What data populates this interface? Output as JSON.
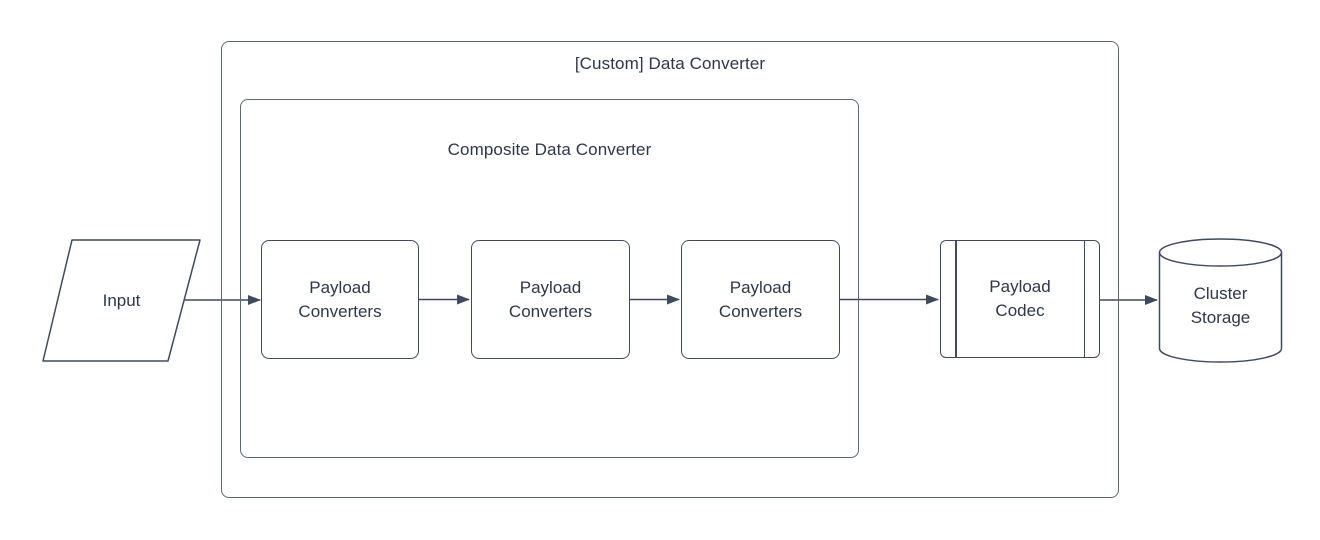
{
  "diagram": {
    "groups": {
      "custom": {
        "label": "[Custom] Data Converter"
      },
      "composite": {
        "label": "Composite Data Converter"
      }
    },
    "nodes": {
      "input": {
        "label": "Input",
        "shape": "parallelogram"
      },
      "converter1": {
        "label": "Payload Converters",
        "shape": "rounded-rectangle"
      },
      "converter2": {
        "label": "Payload Converters",
        "shape": "rounded-rectangle"
      },
      "converter3": {
        "label": "Payload Converters",
        "shape": "rounded-rectangle"
      },
      "codec": {
        "label": "Payload Codec",
        "shape": "predefined-process"
      },
      "storage": {
        "label": "Cluster Storage",
        "shape": "cylinder"
      }
    },
    "edges": [
      {
        "from": "input",
        "to": "converter1"
      },
      {
        "from": "converter1",
        "to": "converter2"
      },
      {
        "from": "converter2",
        "to": "converter3"
      },
      {
        "from": "converter3",
        "to": "codec"
      },
      {
        "from": "codec",
        "to": "storage"
      }
    ],
    "colors": {
      "background": "#ffffff",
      "shape_fill": "#ffffff",
      "shape_stroke": "#3f4b5c",
      "group_stroke": "#5f6773",
      "arrow": "#3f4b5c",
      "text": "#2d3748"
    }
  }
}
